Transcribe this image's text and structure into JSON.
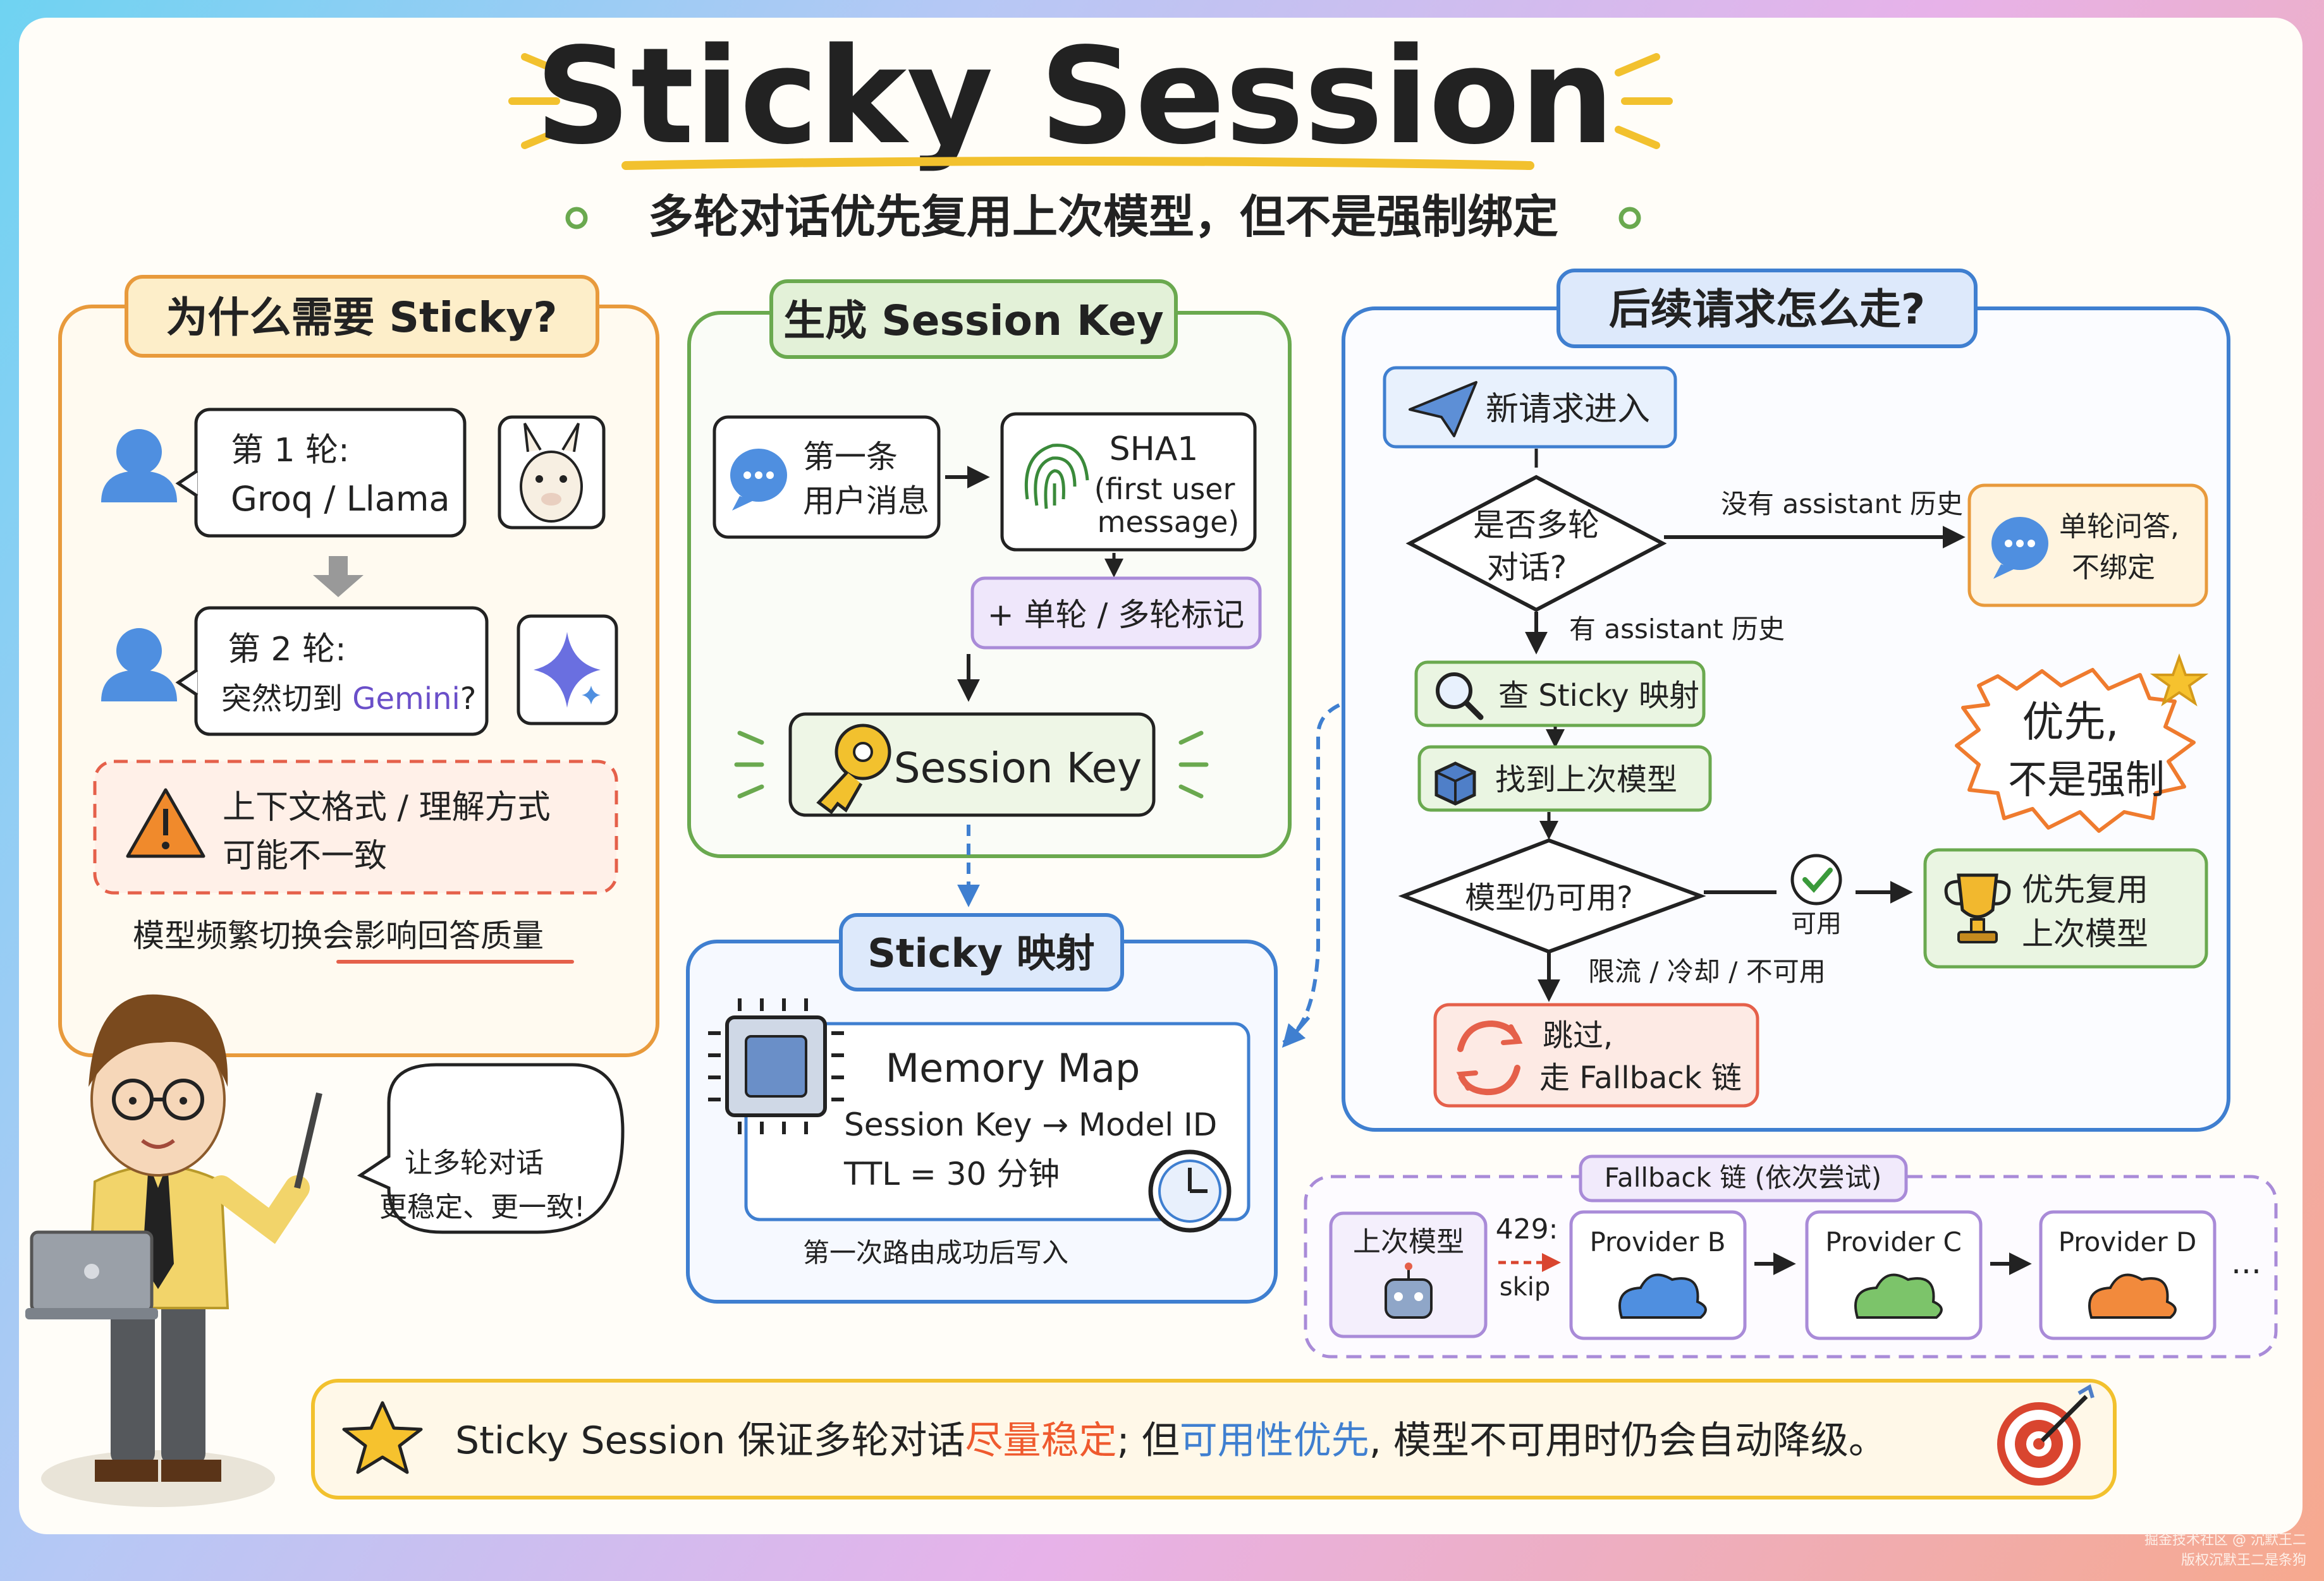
{
  "title": "Sticky Session",
  "subtitle": "多轮对话优先复用上次模型，但不是强制绑定",
  "why": {
    "heading": "为什么需要 Sticky?",
    "turn1_label": "第 1 轮:",
    "turn1_model": "Groq / Llama",
    "turn2_label": "第 2 轮:",
    "turn2_prefix": "突然切到 ",
    "turn2_model": "Gemini",
    "turn2_suffix": "?",
    "warn_line1": "上下文格式 / 理解方式",
    "warn_line2": "可能不一致",
    "footer": "模型频繁切换会影响回答质量",
    "speech_line1": "让多轮对话",
    "speech_line2": "更稳定、更一致!"
  },
  "gen": {
    "heading": "生成 Session Key",
    "first_msg_line1": "第一条",
    "first_msg_line2": "用户消息",
    "sha_line1": "SHA1",
    "sha_line2": "(first user",
    "sha_line3": "message)",
    "flag": "+ 单轮 / 多轮标记",
    "session_key": "Session Key"
  },
  "sticky": {
    "heading": "Sticky 映射",
    "map_title": "Memory Map",
    "map_line1": "Session Key → Model ID",
    "map_line2": "TTL = 30 分钟",
    "note": "第一次路由成功后写入"
  },
  "flow": {
    "heading": "后续请求怎么走?",
    "new_request": "新请求进入",
    "decision1_line1": "是否多轮",
    "decision1_line2": "对话?",
    "no_history": "没有 assistant 历史",
    "single_line1": "单轮问答,",
    "single_line2": "不绑定",
    "has_history": "有 assistant 历史",
    "lookup": "查 Sticky 映射",
    "found": "找到上次模型",
    "decision2": "模型仍可用?",
    "available": "可用",
    "reuse_line1": "优先复用",
    "reuse_line2": "上次模型",
    "limited": "限流 / 冷却 / 不可用",
    "skip_line1": "跳过,",
    "skip_line2": "走 Fallback 链",
    "priority_line1": "优先,",
    "priority_line2": "不是强制"
  },
  "fallback": {
    "heading": "Fallback 链 (依次尝试)",
    "last_model": "上次模型",
    "error_code": "429:",
    "error_action": "skip",
    "providers": [
      "Provider B",
      "Provider C",
      "Provider D"
    ],
    "more": "..."
  },
  "bottom": {
    "lead": "Sticky Session 保证多轮对话",
    "emph1": "尽量稳定",
    "mid": "; 但",
    "emph2": "可用性优先",
    "tail": ", 模型不可用时仍会自动降级。"
  },
  "watermark": {
    "line1": "掘金技术社区 @ 沉默王二",
    "line2": "版权沉默王二是条狗"
  },
  "colors": {
    "orange": "#e89a3c",
    "green": "#6aa94f",
    "blue": "#3f7fd0",
    "purple": "#a98bd8",
    "red": "#d9452f",
    "gemini": "#6a4fc9"
  }
}
